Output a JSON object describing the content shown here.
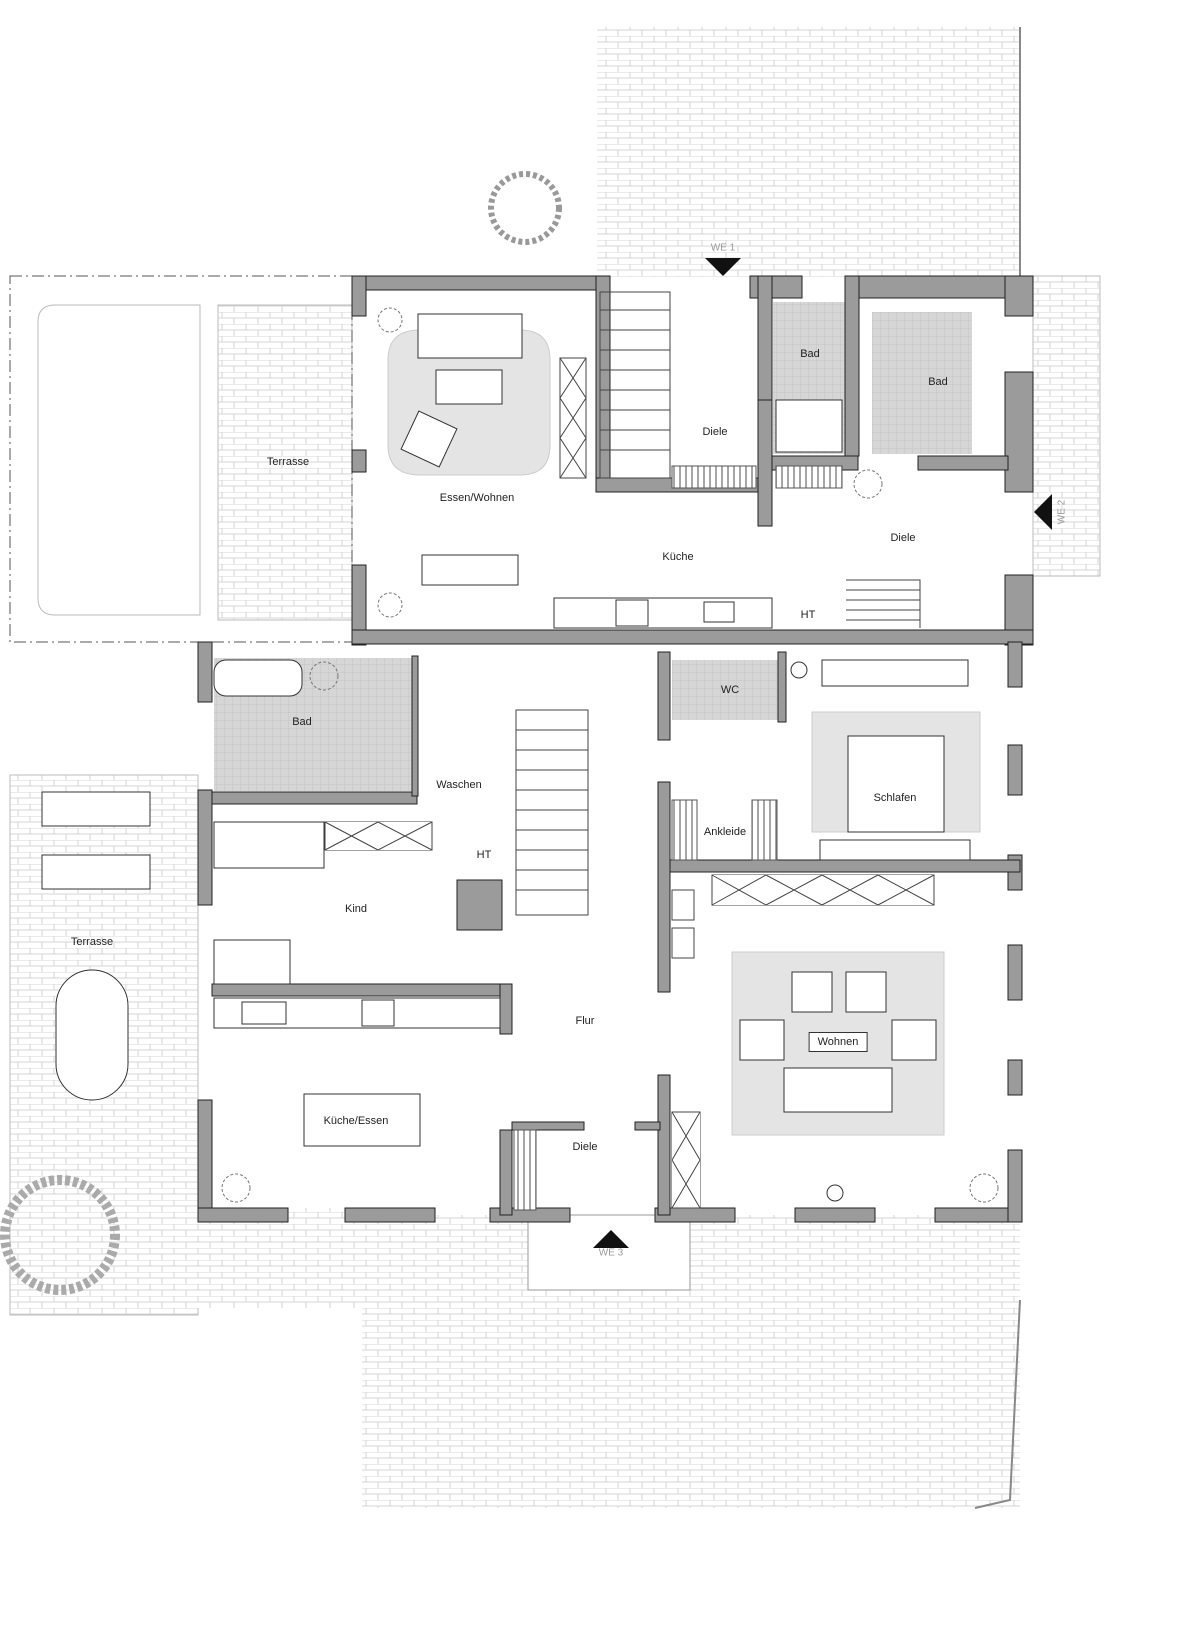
{
  "title": "Grundriss Erdgeschoss",
  "rooms": {
    "terrasse_top": "Terrasse",
    "essen_wohnen": "Essen/Wohnen",
    "diele_we1": "Diele",
    "bad_small": "Bad",
    "bad_large": "Bad",
    "kueche_top": "Küche",
    "diele_we2": "Diele",
    "ht_top": "HT",
    "bad_lower": "Bad",
    "waschen": "Waschen",
    "wc": "WC",
    "schlafen": "Schlafen",
    "ankleide": "Ankleide",
    "ht_lower": "HT",
    "kind": "Kind",
    "terrasse_lower": "Terrasse",
    "flur": "Flur",
    "wohnen": "Wohnen",
    "kueche_essen": "Küche/Essen",
    "diele_we3": "Diele"
  },
  "entrances": {
    "we1": "WE 1",
    "we2": "WE 2",
    "we3": "WE 3"
  },
  "colors": {
    "wall": "#9b9b9b",
    "wall_edge": "#222222",
    "tile": "#d9d9d9",
    "rug": "#e3e3e3",
    "paving_line": "#d4d4d4",
    "wood": "#8c7b68"
  }
}
